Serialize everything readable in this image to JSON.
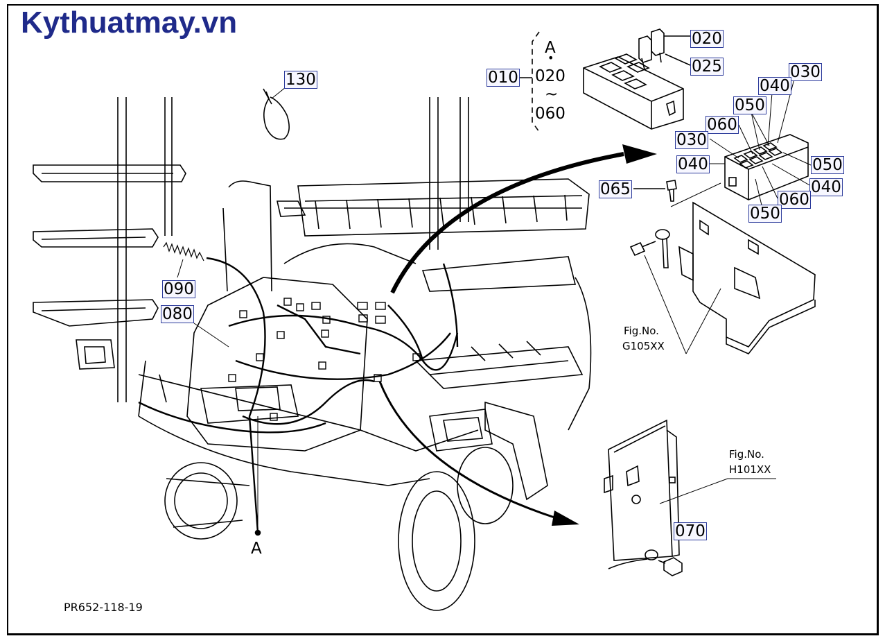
{
  "brand": "Kythuatmay.vn",
  "diagram_code": "PR652-118-19",
  "callouts": {
    "p010": "010",
    "p020a": "020",
    "p025": "025",
    "p030a": "030",
    "p030b": "030",
    "p040a": "040",
    "p040b": "040",
    "p040c": "040",
    "p050a": "050",
    "p050b": "050",
    "p050c": "050",
    "p060a": "060",
    "p060b": "060",
    "p065": "065",
    "p070": "070",
    "p080": "080",
    "p090": "090",
    "p130": "130"
  },
  "range_note": {
    "top": "A",
    "dot": "•",
    "from": "020",
    "tilde": "~",
    "to": "060"
  },
  "marker_a": "A",
  "fig_refs": {
    "g105_label": "Fig.No.",
    "g105_code": "G105XX",
    "h101_label": "Fig.No.",
    "h101_code": "H101XX"
  }
}
